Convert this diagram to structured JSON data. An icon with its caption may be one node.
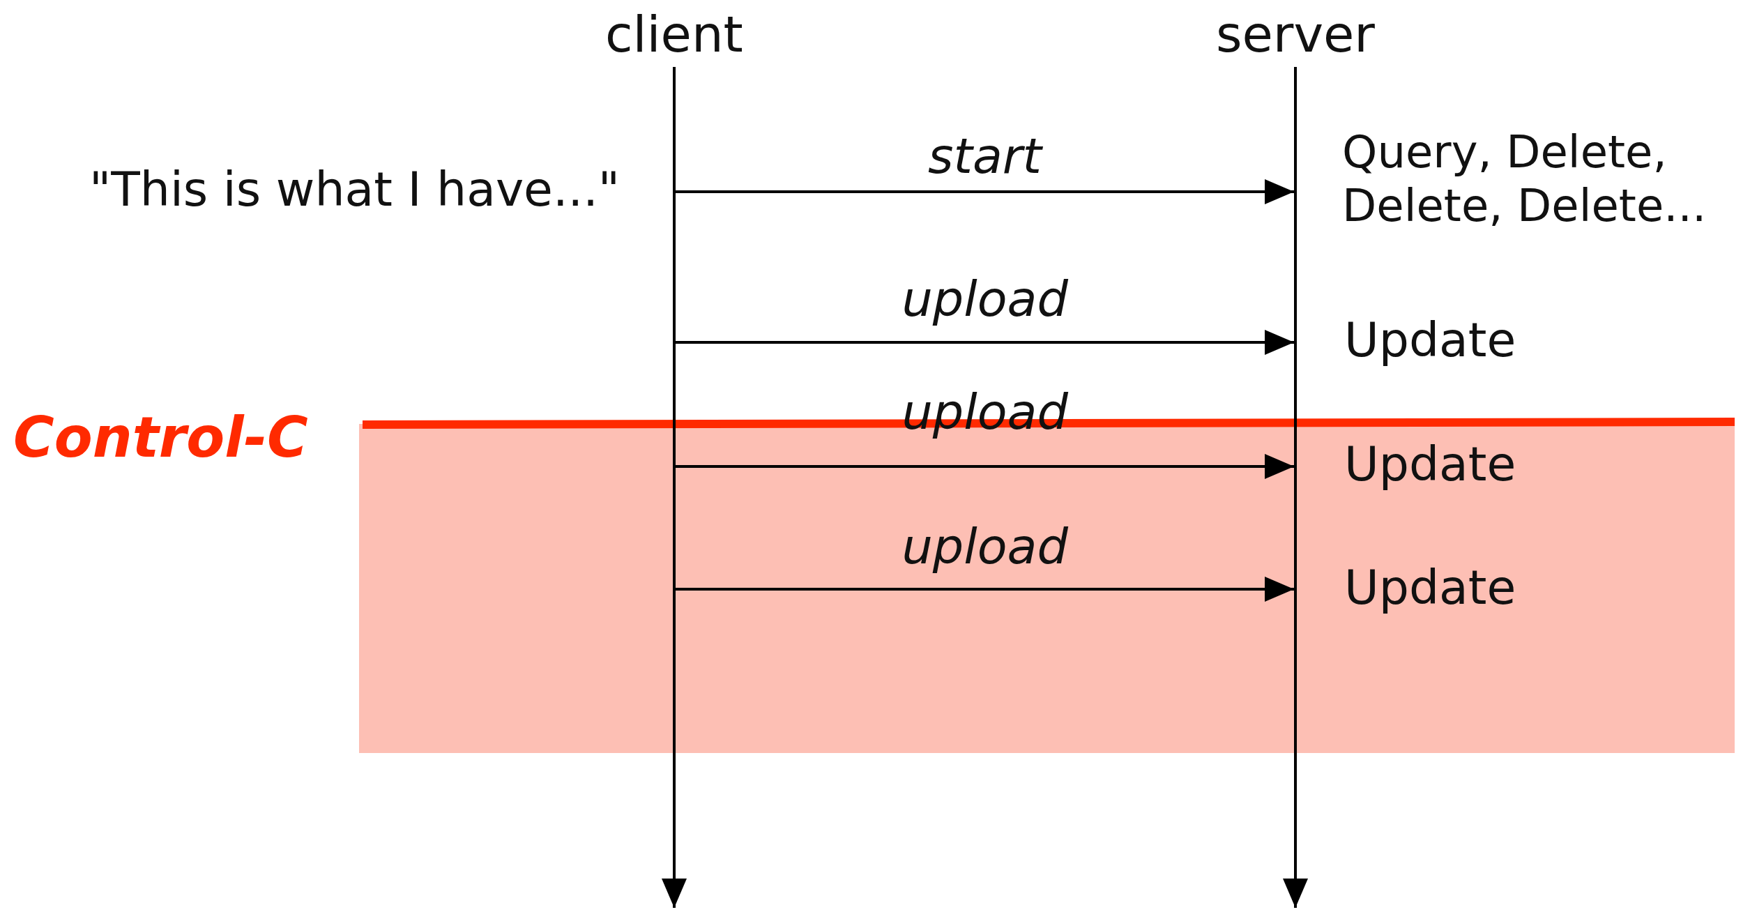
{
  "diagram": {
    "nodes": [
      {
        "text": [
          "client"
        ]
      },
      {
        "text": [
          "server"
        ]
      },
      {
        "text": [],
        "shape": "bar"
      },
      {
        "text": [],
        "shape": "bar"
      }
    ],
    "edges": [
      {
        "from": 2,
        "to": null,
        "arrow": "to"
      },
      {
        "from": 3,
        "to": null,
        "arrow": "to"
      },
      {
        "from": 2,
        "to": 3,
        "arrow": "to",
        "label": "start"
      },
      {
        "from": 2,
        "to": 3,
        "arrow": "to",
        "label": "upload"
      },
      {
        "from": 2,
        "to": 3,
        "arrow": "to",
        "label": "upload"
      },
      {
        "from": 2,
        "to": 3,
        "arrow": "to",
        "label": "upload"
      }
    ],
    "labels": [
      "\"This is what I have...\"",
      "Query, Delete, Delete, Delete...",
      "Update",
      "Update",
      "Update",
      "Control-C"
    ]
  }
}
